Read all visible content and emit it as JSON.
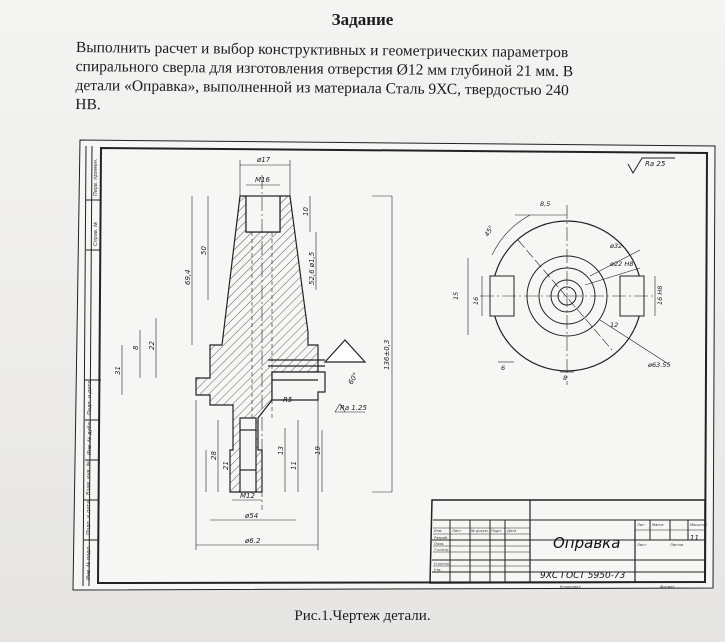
{
  "header": {
    "title": "Задание",
    "task_line1": "Выполнить расчет и выбор конструктивных и геометрических параметров",
    "task_line2": "спирального сверла для изготовления отверстия Ø12 мм глубиной 21 мм. В",
    "task_line3": "детали «Оправка», выполненной из материала  Сталь 9ХС, твердостью 240",
    "task_line4": "НВ."
  },
  "drawing": {
    "dims": {
      "d17": "ø17",
      "m16": "M16",
      "d10": "10",
      "d50": "50",
      "d694": "69,4",
      "gost": "52,6 ø1,5",
      "d8": "8",
      "d22": "22",
      "d31": "31",
      "len": "136±0,3",
      "d60": "60°",
      "ra125": "Ra 1.25",
      "d28": "28",
      "d21": "21",
      "d13": "13",
      "d11": "11",
      "d19": "19",
      "m12": "M12",
      "d54": "ø54",
      "d62": "ø6.2",
      "r5": "R5",
      "ang45": "45°",
      "d85": "8,5",
      "d15": "15",
      "d16": "16",
      "d32": "ø32",
      "d22h": "ø22 H8",
      "d6": "6",
      "d8b": "8",
      "d12": "12",
      "d1618": "16 H8",
      "d6355": "ø63.55",
      "rough": "Ra 25"
    },
    "stamp": {
      "part_name": "Оправка",
      "material": "9ХС ГОСТ 5950-73",
      "sheet": "11",
      "cells": [
        "Изм.",
        "Лист",
        "№ докум.",
        "Подп.",
        "Дата",
        "Разраб.",
        "Пров.",
        "Т.контр.",
        "Н.контр.",
        "Утв.",
        "Лит.",
        "Масса",
        "Масштаб",
        "Лист",
        "Листов",
        "Копировал",
        "Формат"
      ]
    },
    "side_labels": [
      "Перв. примен.",
      "Справ. №",
      "Подп. и дата",
      "Инв. № дубл.",
      "Взам. инв. №",
      "Подп. и дата",
      "Инв. № подл."
    ]
  },
  "figure": {
    "caption": "Рис.1.Чертеж детали."
  }
}
